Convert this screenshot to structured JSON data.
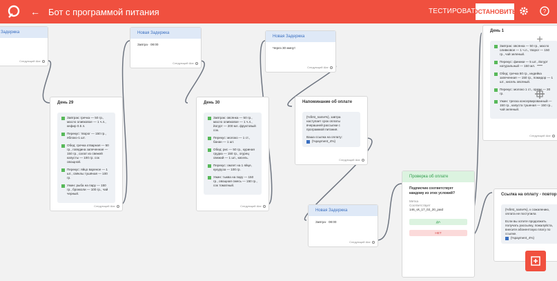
{
  "header": {
    "title": "Бот с программой питания",
    "test_label": "ТЕСТИРОВАТЬ",
    "stop_label": "ОСТАНОВИТЬ"
  },
  "next_step": "Следующий Шаг",
  "cards": {
    "delay0": {
      "title": "Задержка"
    },
    "delay1": {
      "title": "Новая Задержка",
      "text": "Завтра · 08:00"
    },
    "delay2": {
      "title": "Новая Задержка",
      "text": "Через 30 минут"
    },
    "delay3": {
      "title": "Новая Задержка",
      "text": "Завтра · 08:00"
    },
    "day29": {
      "title": "День 29",
      "items": [
        "Завтрак: гречка — 50 гр., масло оливковое — 1 ч.л., кефир 0.5 л.",
        "Перекус: творог — 150 гр., яблоко-1 шт.",
        "Обед: гречка отварная — 50 гр., говядина запеченная — 150 гр., салат из свежей капусты — 100 гр. сок овощной.",
        "Перекус: яйцо вареное — 1 шт., свёклы тушёная — 100 гр.",
        "Ужин: рыба на пару — 150 гр., брокколи — 100 гр., чай черный."
      ]
    },
    "day30": {
      "title": "День 30",
      "items": [
        "Завтрак: овсянка — 50 гр., масло оливковое — 1 ч.л., йогурт — 200 мл. фруктовый сок.",
        "Перекус: молоко — 1 ст., банан — 1 шт.",
        "Обед: рис — 50 гр., куриная грудка — 150 гр., огурец свежий — 1 шт., кисель.",
        "Перекус: омлет на 1 яйце, кукуруза — 100 гр.",
        "Ужин: тыква на пару — 150 гр., овощная смесь — 150 гр., сок томатный."
      ]
    },
    "day1": {
      "title": "День 1",
      "items": [
        "Завтрак: овсянка — 50 гр., масло оливковое — 1 ч.л., творог — 150 гр., чай зеленый.",
        "Перекус: финики — 5 шт., йогурт натуральный — 150 мл.",
        "Обед: гречка 50 гр., индейка запеченная — 150 гр., помидор — 1 шт., кисель овсяный.",
        "Перекус: молоко 1 ст., орехи — 30 гр.",
        "Ужин: треска консервированный — 150 гр., капуста тушеная — 150 гр., чай зеленый."
      ]
    },
    "reminder": {
      "title": "Напоминание об оплате",
      "text1": "{%first_name%}, завтра наступает срок оплаты вчерашней рассылки с программой питания.",
      "text2": "Ваша ссылка на оплату:",
      "link": "{%payment_4%}"
    },
    "check": {
      "title": "Проверка об оплате",
      "question": "Подписчик соответствует каждому из этих условий?",
      "label1": "Метка",
      "label2": "Соответствует",
      "value": "146_vk_17_02_20_paid",
      "yes": "ДА",
      "no": "НЕТ"
    },
    "paylink": {
      "title": "Ссылка на оплату - повтор",
      "text1": "{%first_name%}, к сожалению, оплата не поступила",
      "text2": "Если вы хотите продолжить получать рассылку, пожалуйста, внесите абонентскую плату по ссылке.",
      "link": "{%payment_4%}"
    }
  },
  "colors": {
    "brand": "#f0503f",
    "check": "#58b95a"
  }
}
